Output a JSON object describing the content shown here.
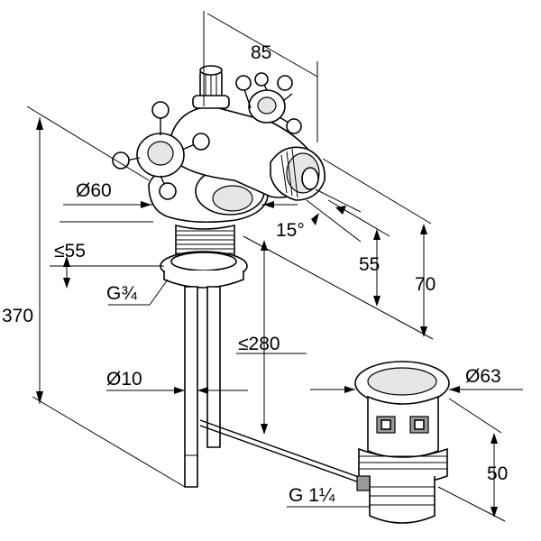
{
  "dimensions": {
    "width_85": "85",
    "dia_60": "Ø60",
    "max_55": "≤55",
    "thread_g34": "G¾",
    "height_370": "370",
    "angle_15": "15°",
    "height_55": "55",
    "height_70": "70",
    "max_280": "≤280",
    "dia_10": "Ø10",
    "dia_63": "Ø63",
    "height_50": "50",
    "thread_g114": "G 1¼"
  }
}
